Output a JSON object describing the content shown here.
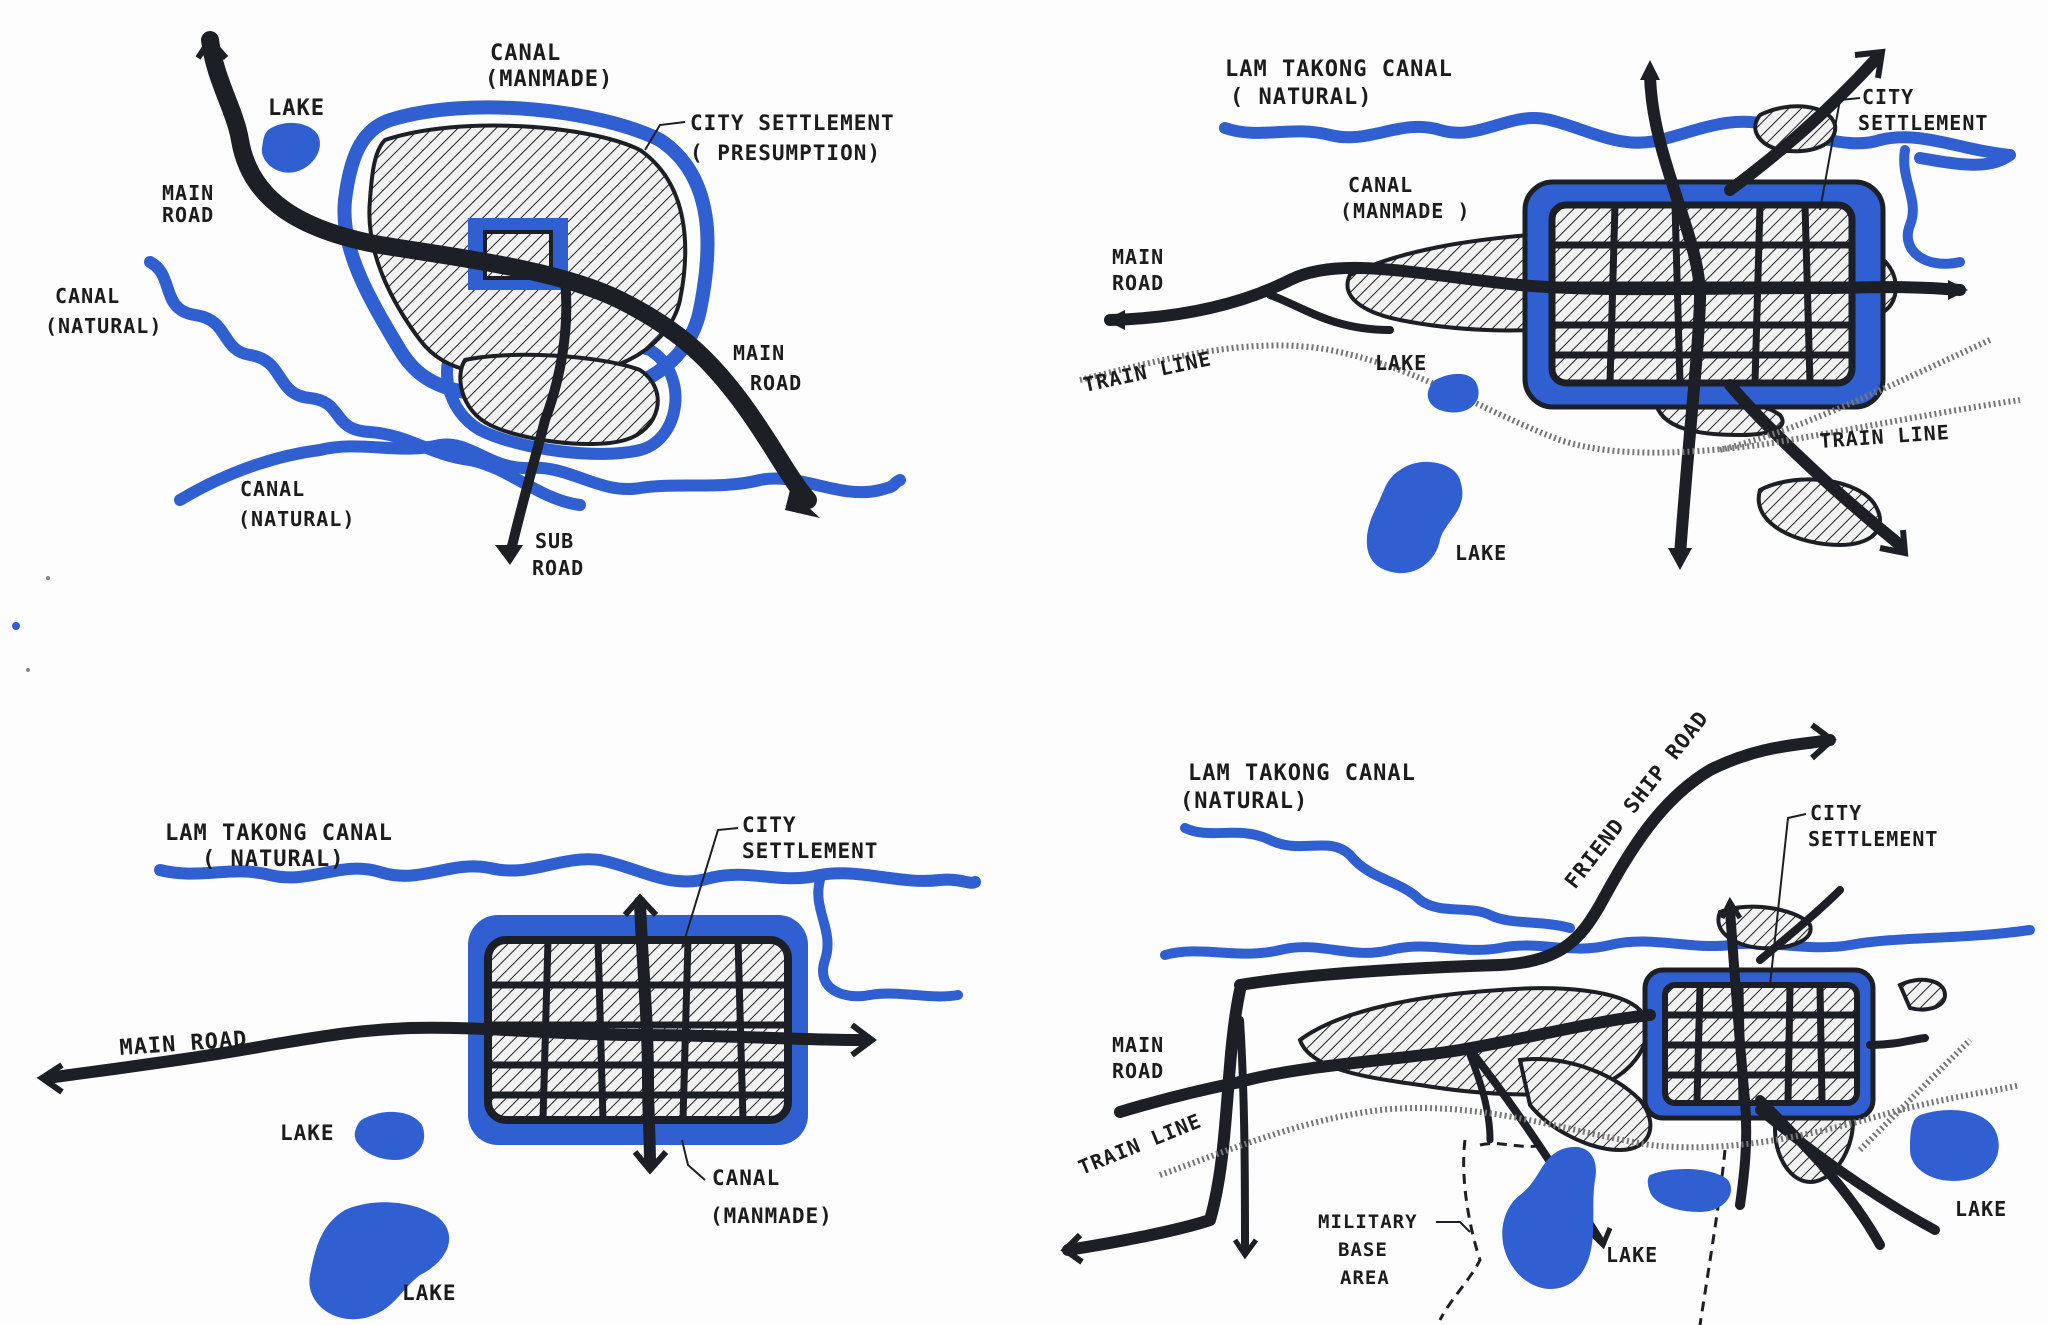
{
  "panels": {
    "p1": {
      "canal_manmade_1": "CANAL",
      "canal_manmade_2": "(MANMADE)",
      "lake": "LAKE",
      "settlement_1": "CITY SETTLEMENT",
      "settlement_2": "( PRESUMPTION)",
      "main_road_left_1": "MAIN",
      "main_road_left_2": "ROAD",
      "canal_natural_left_1": "CANAL",
      "canal_natural_left_2": "(NATURAL)",
      "main_road_right_1": "MAIN",
      "main_road_right_2": "ROAD",
      "canal_natural_bottom_1": "CANAL",
      "canal_natural_bottom_2": "(NATURAL)",
      "sub_road_1": "SUB",
      "sub_road_2": "ROAD"
    },
    "p2": {
      "lam_takong_1": "LAM TAKONG CANAL",
      "lam_takong_2": "( NATURAL)",
      "settlement_1": "CITY",
      "settlement_2": "SETTLEMENT",
      "canal_manmade_1": "CANAL",
      "canal_manmade_2": "(MANMADE )",
      "main_road_1": "MAIN",
      "main_road_2": "ROAD",
      "lake_1": "LAKE",
      "train_left": "TRAIN LINE",
      "train_right": "TRAIN LINE",
      "lake_2": "LAKE"
    },
    "p3": {
      "lam_takong_1": "LAM TAKONG CANAL",
      "lam_takong_2": "( NATURAL)",
      "settlement_1": "CITY",
      "settlement_2": "SETTLEMENT",
      "main_road": "MAIN ROAD",
      "lake_1": "LAKE",
      "canal_manmade_1": "CANAL",
      "canal_manmade_2": "(MANMADE)",
      "lake_2": "LAKE"
    },
    "p4": {
      "lam_takong_1": "LAM TAKONG CANAL",
      "lam_takong_2": "(NATURAL)",
      "friendship_road": "FRIEND SHIP ROAD",
      "settlement_1": "CITY",
      "settlement_2": "SETTLEMENT",
      "main_road_1": "MAIN",
      "main_road_2": "ROAD",
      "train": "TRAIN LINE",
      "military_1": "MILITARY",
      "military_2": "BASE",
      "military_3": "AREA",
      "lake_1": "LAKE",
      "lake_2": "LAKE"
    }
  },
  "colors": {
    "water": "#2f5fd0",
    "ink": "#1d1f26",
    "paper": "#fdfdfd"
  }
}
